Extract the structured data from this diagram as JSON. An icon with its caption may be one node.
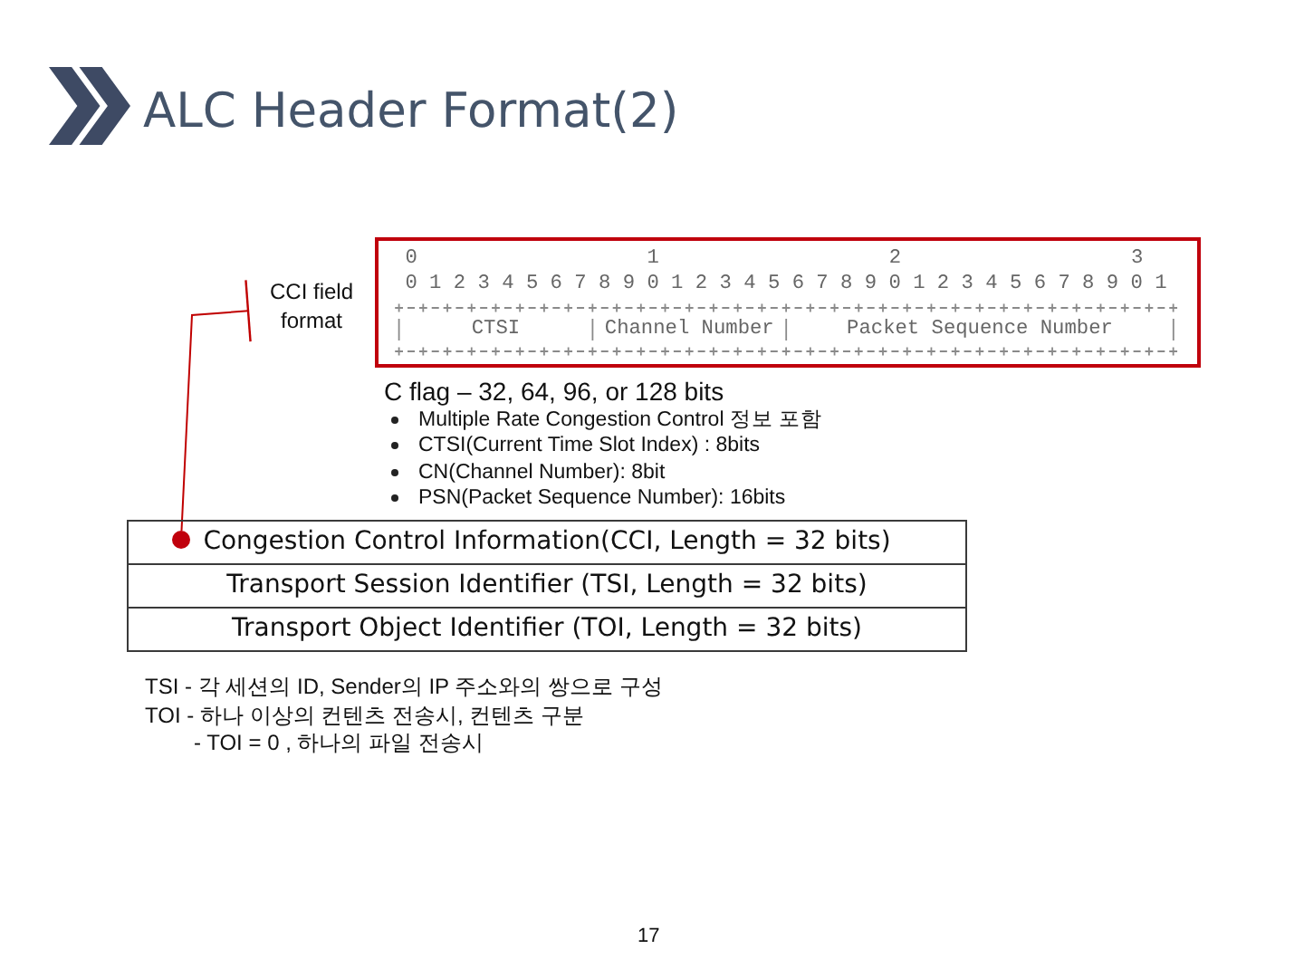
{
  "diagram": {
    "title": "ALC Header Format(2)",
    "nodes": [
      {
        "text": [
          "CCI field format"
        ]
      },
      {
        "text": [
          "0",
          "1",
          "2",
          "3",
          "0 1 2 3 4 5 6 7 8 9 0 1 2 3 4 5 6 7 8 9 0 1 2 3 4 5 6 7 8 9 0 1",
          "CTSI",
          "Channel Number",
          "Packet Sequence Number"
        ]
      },
      {
        "text": [
          "Congestion Control Information(CCI, Length = 32 bits)"
        ]
      },
      {
        "text": [
          "Transport Session Identifier (TSI, Length = 32 bits)"
        ]
      },
      {
        "text": [
          "Transport Object Identifier (TOI, Length = 32 bits)"
        ]
      },
      {
        "text": [],
        "shape": "circle",
        "in": 2
      }
    ],
    "edges": [
      {
        "from": 0,
        "to": 5,
        "arrow": "other",
        "color": "#c00000"
      }
    ],
    "labels": [
      "C flag – 32, 64, 96, or 128 bits",
      "Multiple Rate Congestion Control 정보 포함",
      "CTSI(Current Time Slot Index) : 8bits",
      "CN(Channel Number): 8bit",
      "PSN(Packet Sequence Number): 16bits",
      "TSI - 각 세션의 ID, Sender의 IP 주소와의 쌍으로 구성",
      "TOI - 하나 이상의 컨텐츠 전송시, 컨텐츠 구분",
      "- TOI = 0 , 하나의 파일 전송시",
      "17"
    ]
  }
}
